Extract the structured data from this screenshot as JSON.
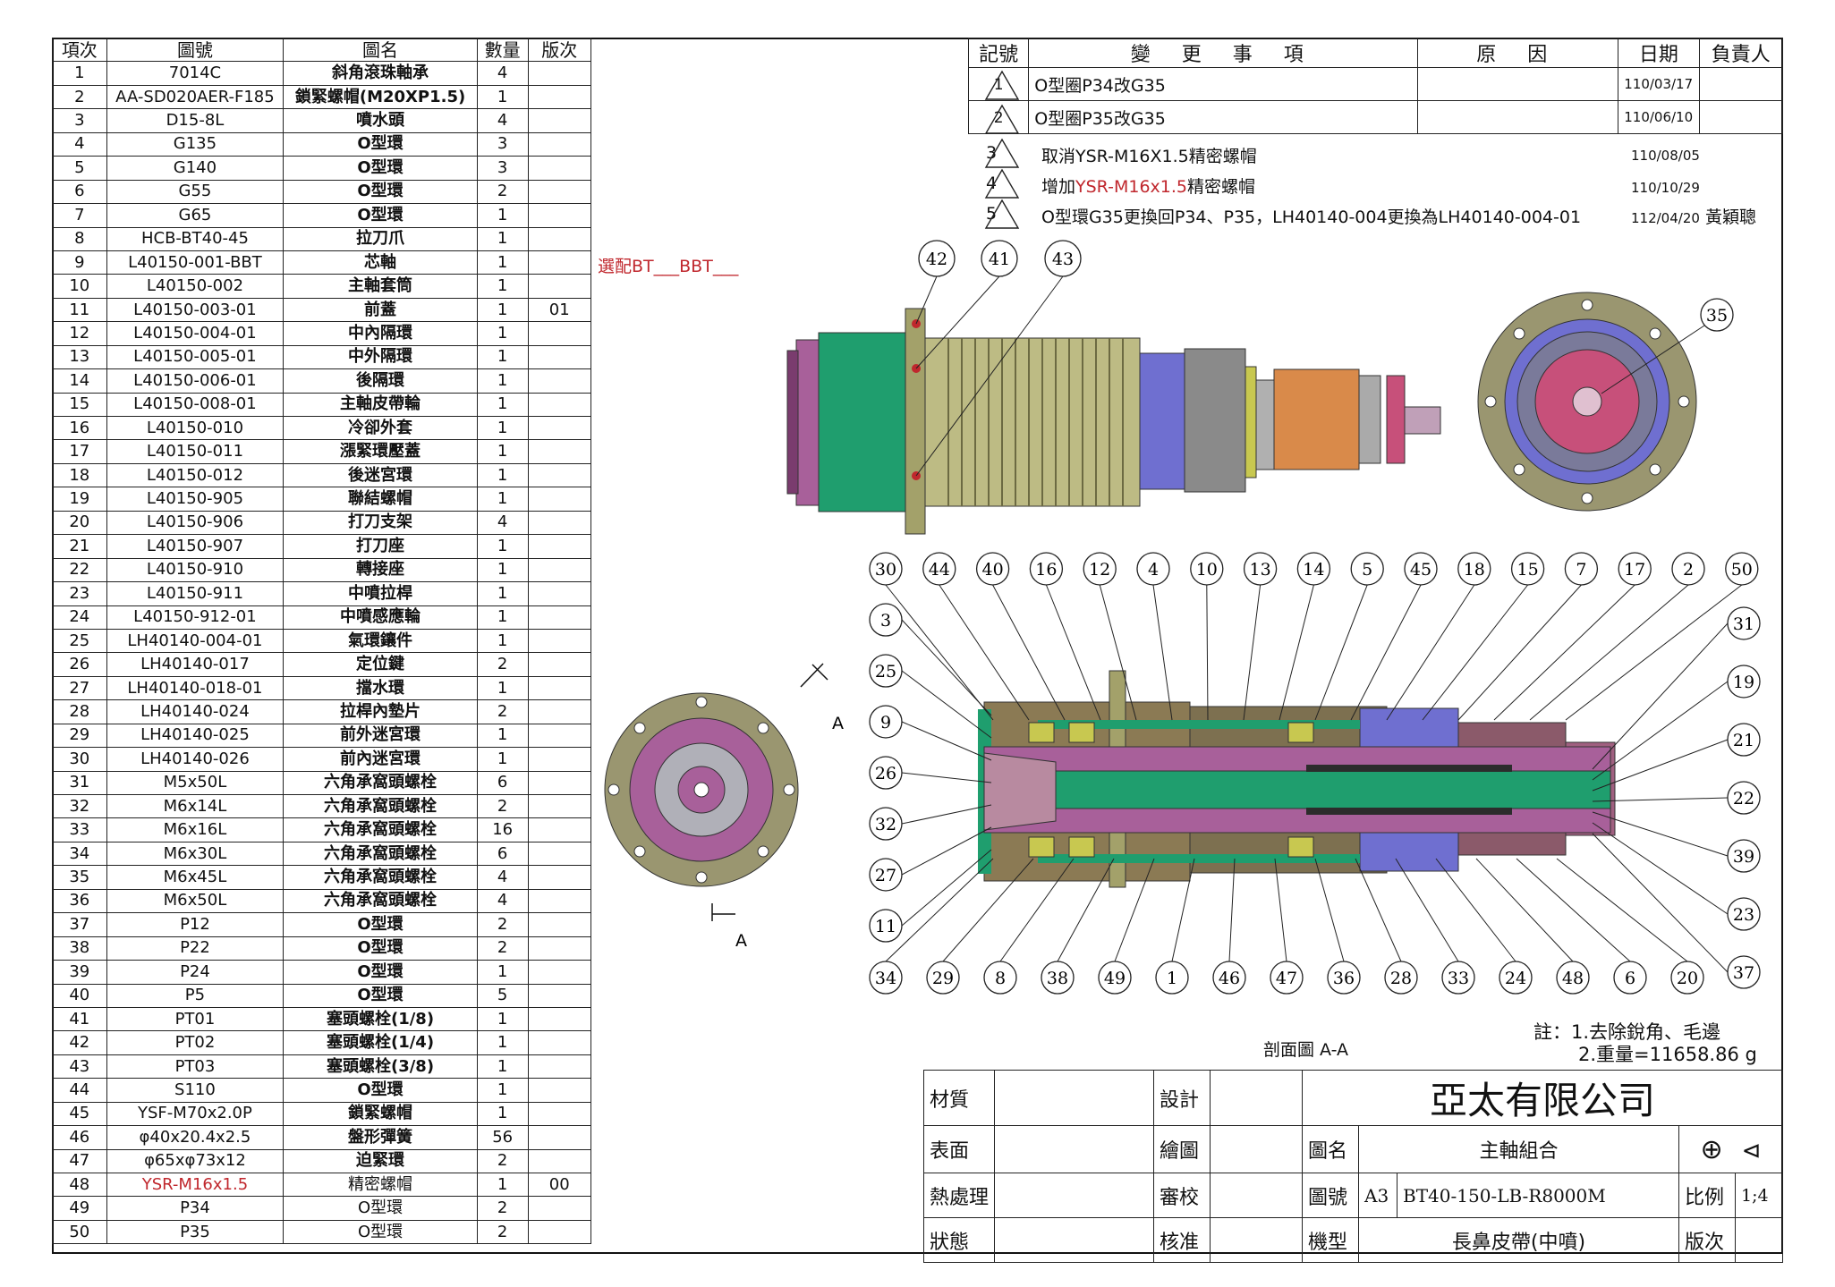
{
  "bom": {
    "headers": [
      "項次",
      "圖號",
      "圖名",
      "數量",
      "版次"
    ],
    "rows": [
      [
        "1",
        "7014C",
        "斜角滾珠軸承",
        "4",
        ""
      ],
      [
        "2",
        "AA-SD020AER-F185",
        "鎖緊螺帽(M20XP1.5)",
        "1",
        ""
      ],
      [
        "3",
        "D15-8L",
        "噴水頭",
        "4",
        ""
      ],
      [
        "4",
        "G135",
        "O型環",
        "3",
        ""
      ],
      [
        "5",
        "G140",
        "O型環",
        "3",
        ""
      ],
      [
        "6",
        "G55",
        "O型環",
        "2",
        ""
      ],
      [
        "7",
        "G65",
        "O型環",
        "1",
        ""
      ],
      [
        "8",
        "HCB-BT40-45",
        "拉刀爪",
        "1",
        ""
      ],
      [
        "9",
        "L40150-001-BBT",
        "芯軸",
        "1",
        ""
      ],
      [
        "10",
        "L40150-002",
        "主軸套筒",
        "1",
        ""
      ],
      [
        "11",
        "L40150-003-01",
        "前蓋",
        "1",
        "01"
      ],
      [
        "12",
        "L40150-004-01",
        "中內隔環",
        "1",
        ""
      ],
      [
        "13",
        "L40150-005-01",
        "中外隔環",
        "1",
        ""
      ],
      [
        "14",
        "L40150-006-01",
        "後隔環",
        "1",
        ""
      ],
      [
        "15",
        "L40150-008-01",
        "主軸皮帶輪",
        "1",
        ""
      ],
      [
        "16",
        "L40150-010",
        "冷卻外套",
        "1",
        ""
      ],
      [
        "17",
        "L40150-011",
        "漲緊環壓蓋",
        "1",
        ""
      ],
      [
        "18",
        "L40150-012",
        "後迷宮環",
        "1",
        ""
      ],
      [
        "19",
        "L40150-905",
        "聯結螺帽",
        "1",
        ""
      ],
      [
        "20",
        "L40150-906",
        "打刀支架",
        "4",
        ""
      ],
      [
        "21",
        "L40150-907",
        "打刀座",
        "1",
        ""
      ],
      [
        "22",
        "L40150-910",
        "轉接座",
        "1",
        ""
      ],
      [
        "23",
        "L40150-911",
        "中噴拉桿",
        "1",
        ""
      ],
      [
        "24",
        "L40150-912-01",
        "中噴感應輪",
        "1",
        ""
      ],
      [
        "25",
        "LH40140-004-01",
        "氣環鑲件",
        "1",
        ""
      ],
      [
        "26",
        "LH40140-017",
        "定位鍵",
        "2",
        ""
      ],
      [
        "27",
        "LH40140-018-01",
        "擋水環",
        "1",
        ""
      ],
      [
        "28",
        "LH40140-024",
        "拉桿內墊片",
        "2",
        ""
      ],
      [
        "29",
        "LH40140-025",
        "前外迷宮環",
        "1",
        ""
      ],
      [
        "30",
        "LH40140-026",
        "前內迷宮環",
        "1",
        ""
      ],
      [
        "31",
        "M5x50L",
        "六角承窩頭螺栓",
        "6",
        ""
      ],
      [
        "32",
        "M6x14L",
        "六角承窩頭螺栓",
        "2",
        ""
      ],
      [
        "33",
        "M6x16L",
        "六角承窩頭螺栓",
        "16",
        ""
      ],
      [
        "34",
        "M6x30L",
        "六角承窩頭螺栓",
        "6",
        ""
      ],
      [
        "35",
        "M6x45L",
        "六角承窩頭螺栓",
        "4",
        ""
      ],
      [
        "36",
        "M6x50L",
        "六角承窩頭螺栓",
        "4",
        ""
      ],
      [
        "37",
        "P12",
        "O型環",
        "2",
        ""
      ],
      [
        "38",
        "P22",
        "O型環",
        "2",
        ""
      ],
      [
        "39",
        "P24",
        "O型環",
        "1",
        ""
      ],
      [
        "40",
        "P5",
        "O型環",
        "5",
        ""
      ],
      [
        "41",
        "PT01",
        "塞頭螺栓(1/8)",
        "1",
        ""
      ],
      [
        "42",
        "PT02",
        "塞頭螺栓(1/4)",
        "1",
        ""
      ],
      [
        "43",
        "PT03",
        "塞頭螺栓(3/8)",
        "1",
        ""
      ],
      [
        "44",
        "S110",
        "O型環",
        "1",
        ""
      ],
      [
        "45",
        "YSF-M70x2.0P",
        "鎖緊螺帽",
        "1",
        ""
      ],
      [
        "46",
        "φ40x20.4x2.5",
        "盤形彈簧",
        "56",
        ""
      ],
      [
        "47",
        "φ65xφ73x12",
        "迫緊環",
        "2",
        ""
      ],
      [
        "48",
        "YSR-M16x1.5",
        "精密螺帽",
        "1",
        "00"
      ],
      [
        "49",
        "P34",
        "O型環",
        "2",
        ""
      ],
      [
        "50",
        "P35",
        "O型環",
        "2",
        ""
      ]
    ]
  },
  "option_note": "選配BT___BBT___",
  "revisions": {
    "headers": [
      "記號",
      "變 更 事 項",
      "原 因",
      "日期",
      "負責人"
    ],
    "rows": [
      {
        "mark": "1",
        "change": "O型圈P34改G35",
        "date": "110/03/17",
        "person": ""
      },
      {
        "mark": "2",
        "change": "O型圈P35改G35",
        "date": "110/06/10",
        "person": ""
      },
      {
        "mark": "3",
        "change": "取消YSR-M16X1.5精密螺帽",
        "date": "110/08/05",
        "person": ""
      },
      {
        "mark": "4",
        "change_pre": "增加",
        "change_red": "YSR-M16x1.5",
        "change_post": "精密螺帽",
        "date": "110/10/29",
        "person": ""
      },
      {
        "mark": "5",
        "change": "O型環G35更換回P34、P35，LH40140-004更換為LH40140-004-01",
        "date": "112/04/20",
        "person": "黃穎聰"
      }
    ]
  },
  "callouts": {
    "top_view": [
      "42",
      "41",
      "43"
    ],
    "end_view": [
      "35"
    ],
    "section_top": [
      "30",
      "44",
      "40",
      "16",
      "12",
      "4",
      "10",
      "13",
      "14",
      "5",
      "45",
      "18",
      "15",
      "7",
      "17",
      "2",
      "50"
    ],
    "section_left": [
      "3",
      "25",
      "9",
      "26",
      "32",
      "27",
      "11"
    ],
    "section_right": [
      "31",
      "19",
      "21",
      "22",
      "39",
      "23",
      "37"
    ],
    "section_bottom": [
      "34",
      "29",
      "8",
      "38",
      "49",
      "1",
      "46",
      "47",
      "36",
      "28",
      "33",
      "24",
      "48",
      "6",
      "20"
    ]
  },
  "section_mark": "A",
  "section_caption": "剖面圖 A-A",
  "notes": {
    "line1": "註：1.去除銳角、毛邊",
    "line2": "2.重量=11658.86 g"
  },
  "title_block": {
    "material_label": "材質",
    "surface_label": "表面",
    "heat_label": "熱處理",
    "state_label": "狀態",
    "design_label": "設計",
    "draw_label": "繪圖",
    "check_label": "審校",
    "approve_label": "核准",
    "company": "亞太有限公司",
    "name_label": "圖名",
    "name": "主軸組合",
    "number_label": "圖號",
    "size": "A3",
    "number": "BT40-150-LB-R8000M",
    "scale_label": "比例",
    "scale": "1;4",
    "model_label": "機型",
    "model": "長鼻皮帶(中噴)",
    "version_label": "版次"
  },
  "colors": {
    "green": "#1f9e6e",
    "olive": "#a3a16a",
    "purple": "#a8609a",
    "blue": "#6f6fd0",
    "orange": "#d98a4a",
    "pink": "#c7507a",
    "brown": "#8b7a54"
  }
}
